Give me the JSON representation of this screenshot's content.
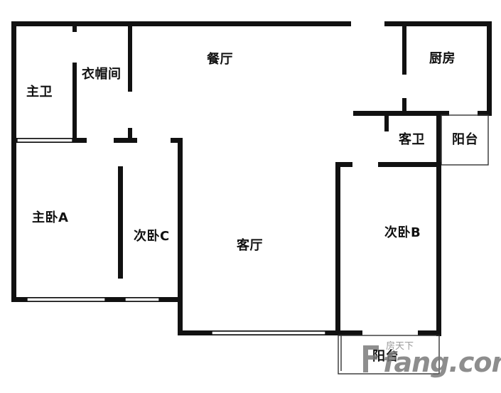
{
  "rooms": {
    "master_bath": "主卫",
    "closet": "衣帽间",
    "dining": "餐厅",
    "kitchen": "厨房",
    "guest_bath": "客卫",
    "balcony_right": "阳台",
    "master_bedroom": "主卧A",
    "bedroom_c": "次卧C",
    "living": "客厅",
    "bedroom_b": "次卧B",
    "balcony_bottom": "阳台"
  },
  "watermark": {
    "logo_text": "fang.com",
    "sub_text": "房天下"
  },
  "colors": {
    "wall": "#111111",
    "background": "#ffffff",
    "watermark": "#7a7a7a"
  }
}
